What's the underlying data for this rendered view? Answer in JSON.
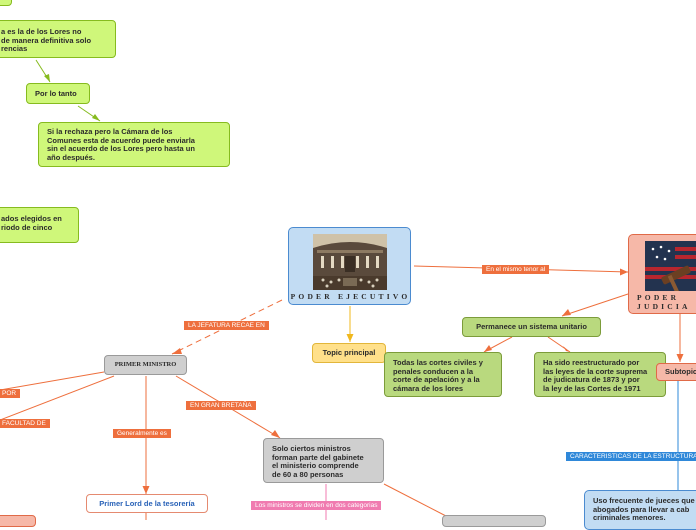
{
  "nodes": {
    "lores_def": "a es la de los Lores no\nde manera definitiva solo\nrencias",
    "por_lo_tanto": "Por lo tanto",
    "si_la_rechaza": "Si la rechaza pero la Cámara de los\nComunes esta de acuerdo puede enviarla\nsin el acuerdo de los Lores pero hasta un\naño después.",
    "diputados": "ados elegidos en\nriodo de cinco",
    "poder_ejecutivo": "PODER EJECUTIVO",
    "poder_judicial": "PODER JUDICIA\nL",
    "primer_ministro": "PRIMER MINISTRO",
    "topic_principal": "Topic principal",
    "permanece": "Permanece un sistema unitario",
    "cortes": "Todas las cortes civiles y\npenales conducen a la\ncorte de apelación y a la\ncámara de los lores",
    "reestructurado": "Ha sido reestructurado por\nlas leyes de la corte suprema\nde judicatura de 1873 y por\nla ley de las Cortes de 1971",
    "subtopic": "Subtopic",
    "ministros": "Solo ciertos ministros\nforman parte del gabinete\nel ministerio comprende\nde 60 a 80 personas",
    "primer_lord": "Primer Lord de la tesorería",
    "uso_frecuente": "Uso frecuente de jueces que\nabogados para llevar a cab\ncriminales menores."
  },
  "labels": {
    "mismo_tenor": "En el mismo tenor al",
    "jefatura": "LA JEFATURA RECAE EN",
    "por": "POR",
    "facultad": "FACULTAD DE",
    "gran_bretana": "EN GRAN BRETAÑA",
    "generalmente": "Generalmente es",
    "dos_categorias": "Los ministros se dividen en dos categorias",
    "caracteristicas": "CARACTERISTICAS DE LA ESTRUCTURA"
  },
  "colors": {
    "connector": "#ee6f3d",
    "ejecutivo_border": "#4b8bd0",
    "judicial_border": "#e06a48",
    "green": "#cff77a",
    "olive": "#b9d97e"
  }
}
